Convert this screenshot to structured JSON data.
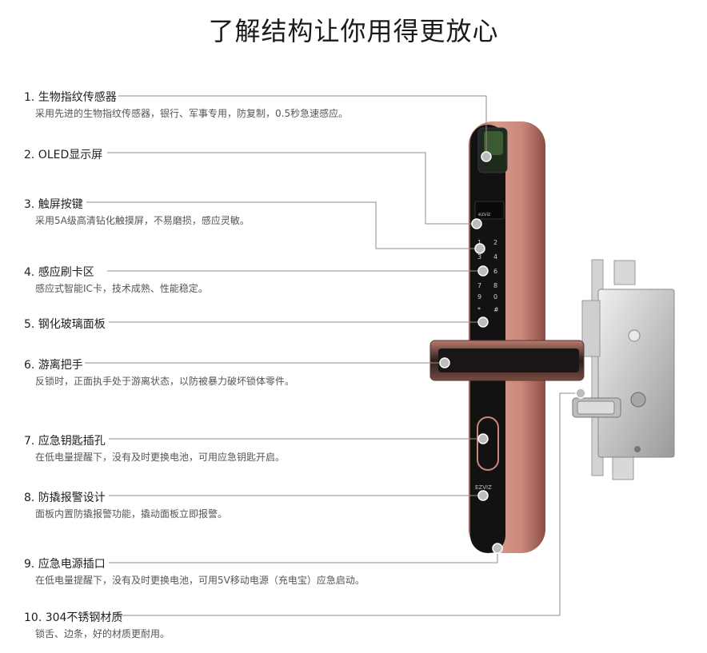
{
  "title": "了解结构让你用得更放心",
  "features": [
    {
      "title": "1. 生物指纹传感器",
      "desc": "采用先进的生物指纹传感器，银行、军事专用，防复制，0.5秒急速感应。"
    },
    {
      "title": "2. OLED显示屏",
      "desc": ""
    },
    {
      "title": "3. 触屏按键",
      "desc": "采用5A级高清钻化触摸屏，不易磨损，感应灵敏。"
    },
    {
      "title": "4. 感应刷卡区",
      "desc": "感应式智能IC卡，技术成熟、性能稳定。"
    },
    {
      "title": "5. 钢化玻璃面板",
      "desc": ""
    },
    {
      "title": "6. 游离把手",
      "desc": "反锁时，正面执手处于游离状态，以防被暴力破坏锁体零件。"
    },
    {
      "title": "7. 应急钥匙插孔",
      "desc": "在低电量提醒下，没有及时更换电池，可用应急钥匙开启。"
    },
    {
      "title": "8. 防撬报警设计",
      "desc": "面板内置防撬报警功能，撬动面板立即报警。"
    },
    {
      "title": "9. 应急电源插口",
      "desc": "在低电量提醒下，没有及时更换电池，可用5V移动电源（充电宝）应急启动。"
    },
    {
      "title": "10. 304不锈钢材质",
      "desc": "锁舌、边条，好的材质更耐用。"
    }
  ],
  "product": {
    "brand_top": "ezviz",
    "brand_bottom": "EZVIZ",
    "keypad": [
      "1",
      "2",
      "3",
      "4",
      "5",
      "6",
      "7",
      "8",
      "9",
      "0",
      "*",
      "#"
    ]
  },
  "colors": {
    "panel_rose_gold": "#c9877a",
    "panel_glass": "#141414",
    "leader_line": "#9a8a88",
    "marker": "#bdbdbd",
    "lock_body": "#c8c8c8"
  }
}
